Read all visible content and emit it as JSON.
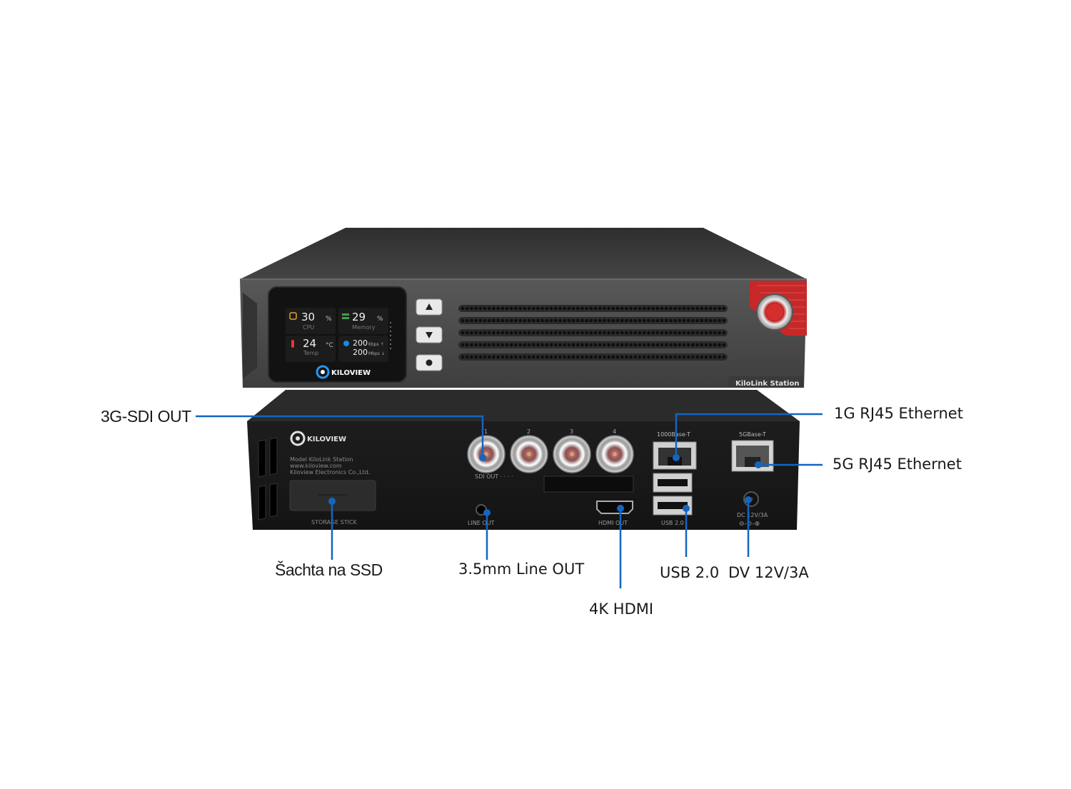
{
  "front_panel": {
    "cpu": {
      "value": "30",
      "unit": "%",
      "label": "CPU"
    },
    "memory": {
      "value": "29",
      "unit": "%",
      "label": "Memory"
    },
    "temp": {
      "value": "24",
      "unit": "°C",
      "label": "Temp"
    },
    "network": {
      "up_value": "200",
      "up_unit": "Kbps ↑",
      "down_value": "200",
      "down_unit": "Mbps ↓"
    },
    "brand": "KILOVIEW",
    "model_label": "KiloLink Station",
    "buttons": [
      "up-arrow-icon",
      "down-arrow-icon",
      "dot-icon"
    ]
  },
  "rear_panel": {
    "brand": "KILOVIEW",
    "info_lines": [
      "Model   KiloLink Station",
      "www.kiloview.com",
      "Kiloview Electronics Co.,Ltd."
    ],
    "sdi_numbers": [
      "1",
      "2",
      "3",
      "4"
    ],
    "sdi_label": "SDI OUT · · · ·",
    "storage_label": "STORAGE STICK",
    "line_out_label": "LINE OUT",
    "hdmi_label": "HDMI OUT",
    "usb_label": "USB 2.0",
    "eth1_label": "1000Base-T",
    "eth5_label": "5GBase-T",
    "dc_label": "DC 12V/3A",
    "dc_symbol": "⊖-⊙-⊕"
  },
  "callouts": {
    "sdi_out": "3G-SDI OUT",
    "eth_1g": "1G RJ45 Ethernet",
    "eth_5g": "5G RJ45 Ethernet",
    "ssd": "Šachta na SSD",
    "line_out": "3.5mm Line OUT",
    "hdmi": "4K HDMI",
    "usb": "USB 2.0",
    "dc": "DV 12V/3A"
  },
  "colors": {
    "callout_line": "#1565c0",
    "chassis_top": "#3c3c3c",
    "front_face": "#4a4a4a",
    "accent_red": "#d32f2f",
    "screen_bg": "#121212"
  }
}
